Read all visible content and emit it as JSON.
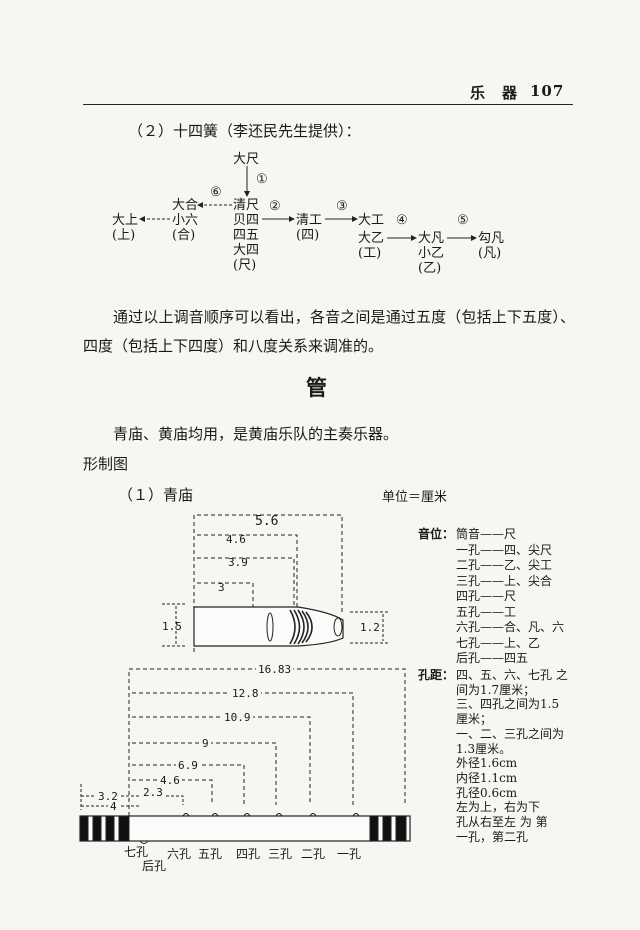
{
  "header": {
    "section": "乐　器",
    "page_number": "107"
  },
  "subsection_2": {
    "title": "（２）十四簧（李还民先生提供）："
  },
  "tuning_diagram": {
    "nodes": {
      "dachi": "大尺",
      "qingchi": "清尺",
      "bei_si": "贝四",
      "si_wu": "四五",
      "da_si": "大四",
      "chi_p": "(尺)",
      "dahe": "大合",
      "xiaoliu": "小六",
      "he_p": "(合)",
      "dashang": "大上",
      "shang_p": "(上)",
      "qinggong": "清工",
      "si_p": "(四)",
      "dagong": "大工",
      "dayi": "大乙",
      "gong_p": "(工)",
      "dafan": "大凡",
      "xiaoyi": "小乙",
      "yi_p": "(乙)",
      "goufan": "勾凡",
      "fan_p": "(凡)"
    },
    "markers": [
      "①",
      "②",
      "③",
      "④",
      "⑤",
      "⑥"
    ]
  },
  "paragraph_1": "通过以上调音顺序可以看出，各音之间是通过五度（包括上下五度）、四度（包括上下四度）和八度关系来调准的。",
  "section_title": "管",
  "paragraph_2": "青庙、黄庙均用，是黄庙乐队的主奏乐器。",
  "figure_label": "形制图",
  "subsection_1": {
    "title": "（１）青庙",
    "unit": "单位＝厘米"
  },
  "pipe_top": {
    "dims": [
      "5.6",
      "4.6",
      "3.9",
      "3",
      "1.5",
      "1.2"
    ]
  },
  "pipe_bottom": {
    "dims": [
      "16.83",
      "12.8",
      "10.9",
      "9",
      "6.9",
      "4.6",
      "3.2",
      "2.3",
      "4"
    ],
    "hole_labels": [
      "七孔",
      "后孔",
      "六孔",
      "五孔",
      "四孔",
      "三孔",
      "二孔",
      "一孔"
    ]
  },
  "pitch_info": {
    "label": "音位：",
    "rows": [
      "筒音——尺",
      "一孔——四、尖尺",
      "二孔——乙、尖工",
      "三孔——上、尖合",
      "四孔——尺",
      "五孔——工",
      "六孔——合、凡、六",
      "七孔——上、乙",
      "后孔——四五"
    ]
  },
  "spacing_info": {
    "label": "孔距：",
    "rows": [
      "四、五、六、七孔 之",
      "间为1.7厘米；",
      "三、四孔之间为1.5",
      "厘米；",
      "一、二、三孔之间为",
      "1.3厘米。",
      "外径1.6cm",
      "内径1.1cm",
      "孔径0.6cm",
      "左为上，右为下",
      "孔从右至左 为 第",
      "一孔，第二孔"
    ]
  }
}
